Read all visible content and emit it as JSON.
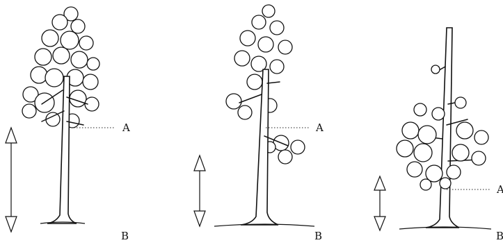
{
  "figure": {
    "panels": [
      {
        "id": "tree-1",
        "label_a": "A",
        "label_b": "B"
      },
      {
        "id": "tree-2",
        "label_a": "A",
        "label_b": "B"
      },
      {
        "id": "tree-3",
        "label_a": "A",
        "label_b": "B"
      }
    ]
  }
}
